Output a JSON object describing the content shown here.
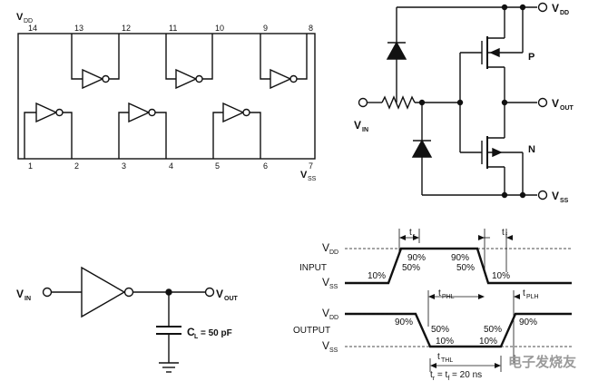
{
  "ic_diagram": {
    "vdd_label": "V",
    "vdd_sub": "DD",
    "vss_label": "V",
    "vss_sub": "SS",
    "pins_top": [
      "14",
      "13",
      "12",
      "11",
      "10",
      "9",
      "8"
    ],
    "pins_bottom": [
      "1",
      "2",
      "3",
      "4",
      "5",
      "6",
      "7"
    ]
  },
  "cmos_schematic": {
    "vdd": "V",
    "vdd_sub": "DD",
    "vout": "V",
    "vout_sub": "OUT",
    "vin": "V",
    "vin_sub": "IN",
    "vss": "V",
    "vss_sub": "SS",
    "pmos": "P",
    "nmos": "N"
  },
  "test_circuit": {
    "vin": "V",
    "vin_sub": "IN",
    "vout": "V",
    "vout_sub": "OUT",
    "cl": "C",
    "cl_sub": "L",
    "cl_value": "= 50 pF"
  },
  "timing": {
    "input_label": "INPUT",
    "output_label": "OUTPUT",
    "vdd": "V",
    "vdd_sub": "DD",
    "vss": "V",
    "vss_sub": "SS",
    "tr": "t",
    "tr_sub": "r",
    "tf": "t",
    "tf_sub": "f",
    "tphl": "t",
    "tphl_sub": "PHL",
    "tplh": "t",
    "tplh_sub": "PLH",
    "tthl": "t",
    "tthl_sub": "THL",
    "p90": "90%",
    "p50": "50%",
    "p10": "10%",
    "formula": "t",
    "formula_r": "r",
    "formula_mid": " = t",
    "formula_f": "f",
    "formula_end": " = 20 ns"
  },
  "watermark": "电子发烧友"
}
